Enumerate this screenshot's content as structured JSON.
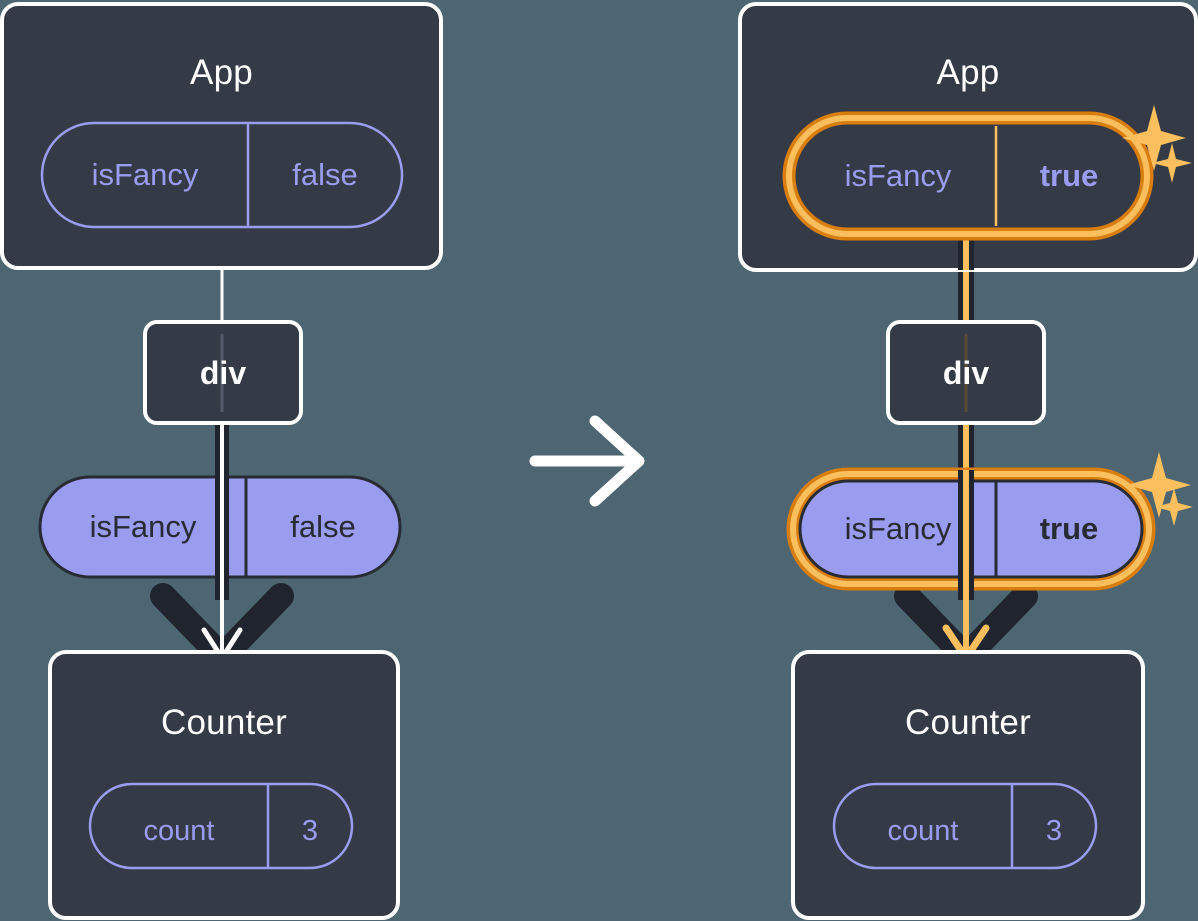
{
  "diagram": {
    "type": "react-state-propagation",
    "background_color": "#4d6672",
    "panels": [
      {
        "id": "before",
        "state": "initial",
        "app": {
          "title": "App",
          "pill": {
            "key": "isFancy",
            "value": "false",
            "highlighted": false,
            "style": "outline",
            "bold_value": false
          }
        },
        "div": {
          "title": "div"
        },
        "prop": {
          "key": "isFancy",
          "value": "false",
          "highlighted": false,
          "style": "filled",
          "bold_value": false
        },
        "counter": {
          "title": "Counter",
          "pill": {
            "key": "count",
            "value": "3",
            "style": "outline"
          }
        }
      },
      {
        "id": "after",
        "state": "updated",
        "app": {
          "title": "App",
          "pill": {
            "key": "isFancy",
            "value": "true",
            "highlighted": true,
            "style": "outline",
            "bold_value": true
          }
        },
        "div": {
          "title": "div"
        },
        "prop": {
          "key": "isFancy",
          "value": "true",
          "highlighted": true,
          "style": "filled",
          "bold_value": true
        },
        "counter": {
          "title": "Counter",
          "pill": {
            "key": "count",
            "value": "3",
            "style": "outline"
          }
        }
      }
    ],
    "transition_arrow": {
      "icon": "arrow-right-icon",
      "color": "#ffffff"
    },
    "sparkles": [
      {
        "near": "app-pill-after",
        "icon": "sparkle-icon",
        "count": 2
      },
      {
        "near": "prop-pill-after",
        "icon": "sparkle-icon",
        "count": 2
      }
    ],
    "colors": {
      "background": "#4d6672",
      "box_fill": "#343a46",
      "box_border": "#ffffff",
      "purple": "#9a9cf0",
      "dark_text": "#272b33",
      "highlight_inner": "#fbbf5e",
      "highlight_outer": "#d97d0d",
      "connector_dark": "#20242e",
      "connector_light": "#ffffff"
    }
  }
}
